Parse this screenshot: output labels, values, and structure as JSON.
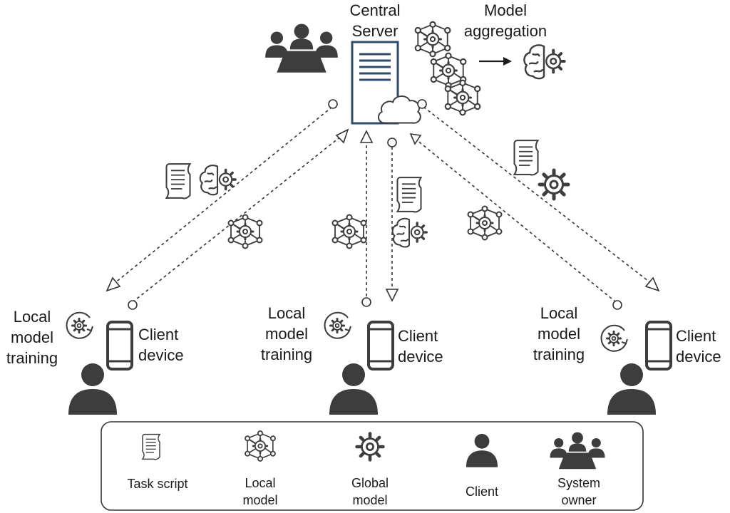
{
  "server": {
    "label_line1": "Central",
    "label_line2": "Server",
    "aggregation_line1": "Model",
    "aggregation_line2": "aggregation"
  },
  "clients": [
    {
      "training_line1": "Local",
      "training_line2": "model",
      "training_line3": "training",
      "device_line1": "Client",
      "device_line2": "device"
    },
    {
      "training_line1": "Local",
      "training_line2": "model",
      "training_line3": "training",
      "device_line1": "Client",
      "device_line2": "device"
    },
    {
      "training_line1": "Local",
      "training_line2": "model",
      "training_line3": "training",
      "device_line1": "Client",
      "device_line2": "device"
    }
  ],
  "legend": {
    "task_script": "Task script",
    "local_model_line1": "Local",
    "local_model_line2": "model",
    "global_model_line1": "Global",
    "global_model_line2": "model",
    "client": "Client",
    "system_owner_line1": "System",
    "system_owner_line2": "owner"
  },
  "icons": {
    "server": "server-icon",
    "cloud": "cloud-icon",
    "task_script": "scroll-document-icon",
    "local_model": "neural-network-gear-icon",
    "global_model": "brain-gear-icon",
    "client": "person-icon",
    "device": "smartphone-icon",
    "system_owner": "meeting-group-icon",
    "training_cycle": "circular-arrow-gear-icon"
  },
  "colors": {
    "stroke": "#333333",
    "fill_dark": "#3d3d3d",
    "server_accent": "#2f4a6a",
    "background": "#ffffff"
  }
}
